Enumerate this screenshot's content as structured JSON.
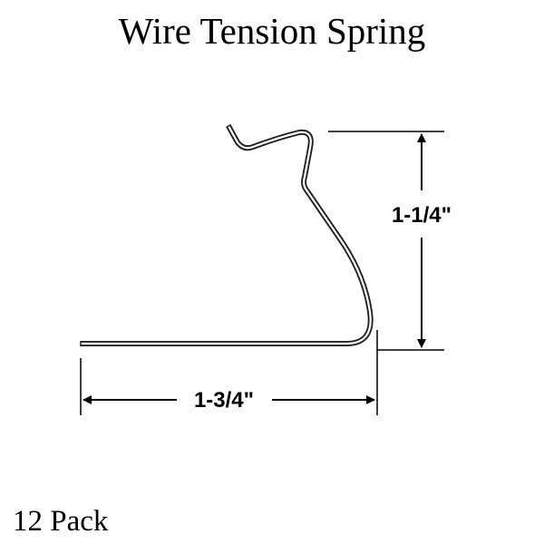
{
  "title": "Wire Tension Spring",
  "dimensions": {
    "height_label": "1-1/4\"",
    "width_label": "1-3/4\""
  },
  "footer": {
    "pack_label": "12 Pack"
  },
  "colors": {
    "line": "#000000",
    "background": "#ffffff"
  }
}
